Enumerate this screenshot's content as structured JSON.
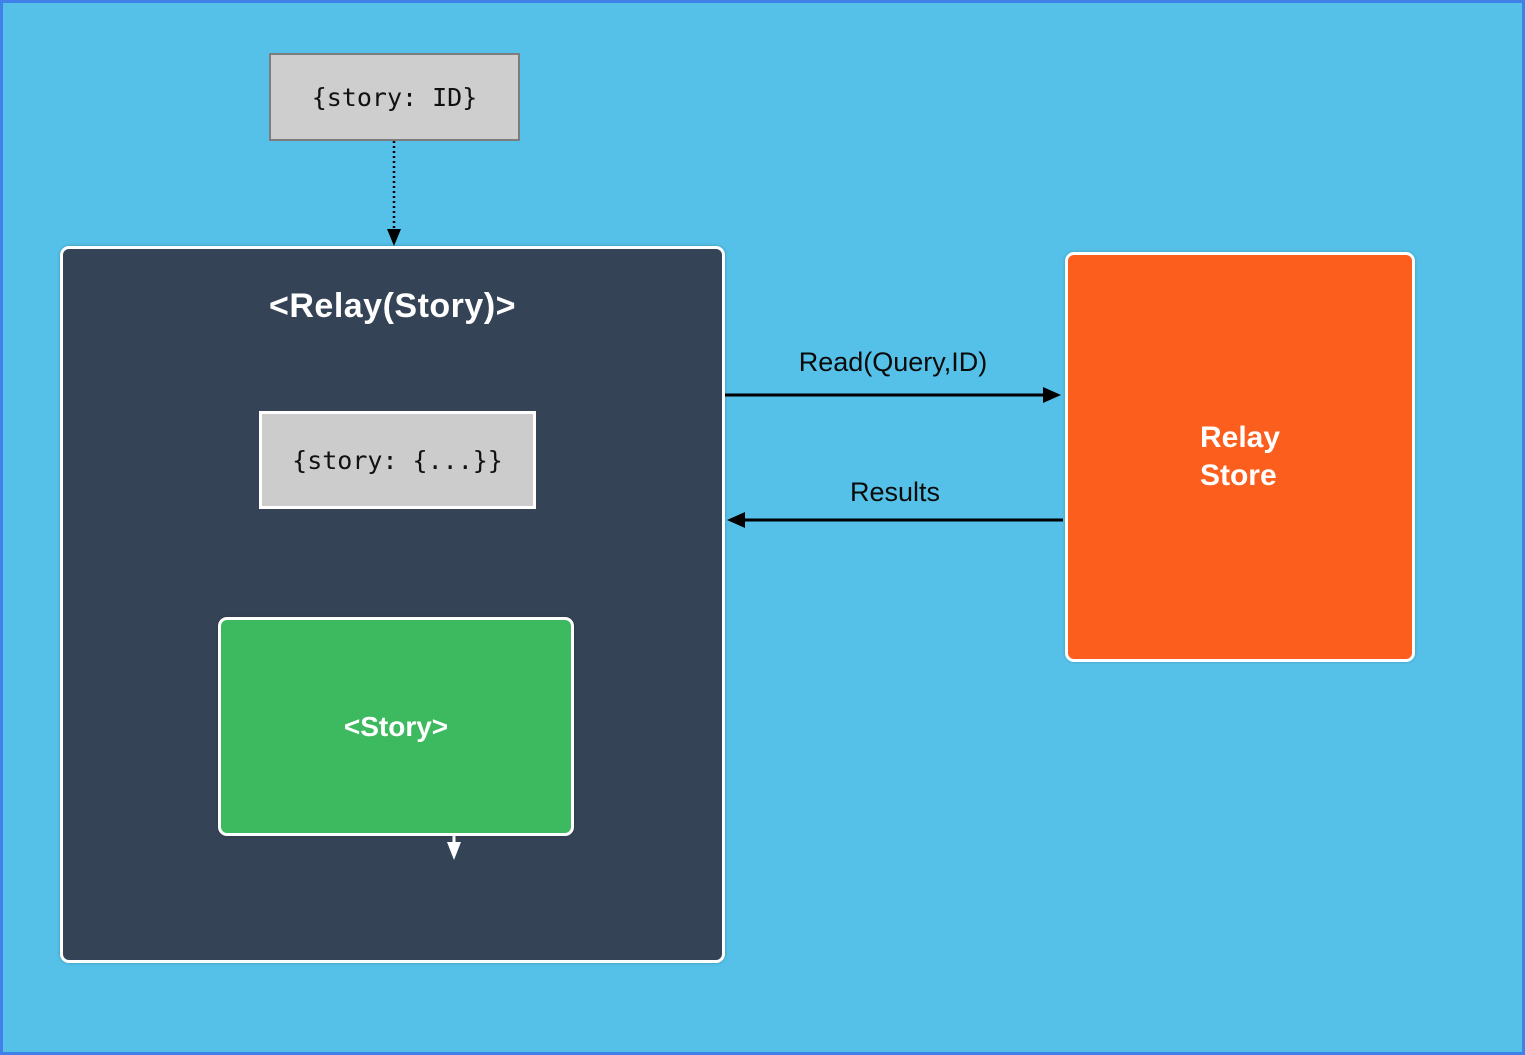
{
  "diagram": {
    "background_color": "#55c1e8",
    "frame_border_color": "#4080e8",
    "props_box": {
      "label": "{story: ID}",
      "fill": "#cecece",
      "border": "#7d7d7d"
    },
    "relay_container": {
      "title": "<Relay(Story)>",
      "fill": "#344456",
      "border": "#ffffff",
      "state_box": {
        "label": "{story: {...}}",
        "fill": "#cccccc"
      },
      "story_box": {
        "label": "<Story>",
        "fill": "#3dba60"
      }
    },
    "store_box": {
      "title_line1": "Relay",
      "title_line2": "Store",
      "fill": "#fb5e1d"
    },
    "edges": {
      "props_to_relay": {
        "style": "dotted",
        "direction": "down",
        "color": "#000000"
      },
      "state_to_story": {
        "style": "solid",
        "direction": "down",
        "color": "#ffffff"
      },
      "read": {
        "label": "Read(Query,ID)",
        "direction": "right",
        "color": "#000000"
      },
      "results": {
        "label": "Results",
        "direction": "left",
        "color": "#000000"
      }
    }
  }
}
